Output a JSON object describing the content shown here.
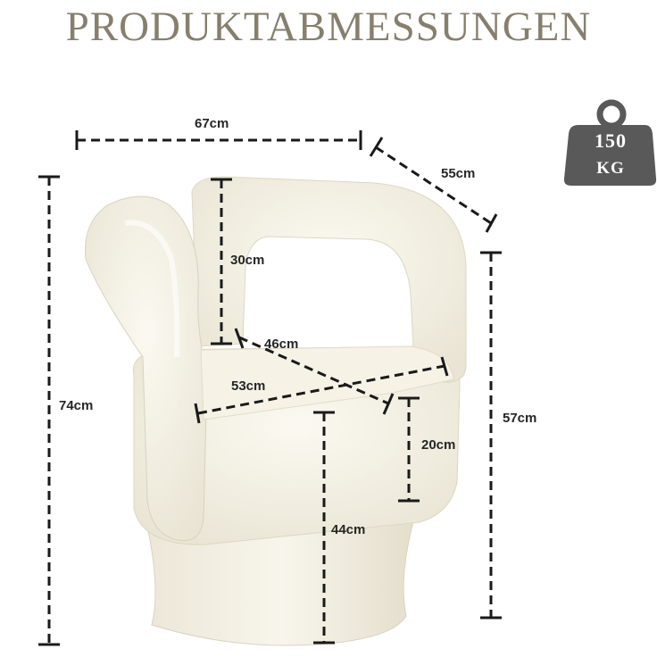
{
  "title": "PRODUKTABMESSUNGEN",
  "weight_badge": {
    "value": "150",
    "unit": "KG",
    "icon": "weight-icon",
    "color": "#595959"
  },
  "colors": {
    "title": "#877f6e",
    "chair": "#f7f3e7",
    "dimension_line": "#1a1a1a"
  },
  "dimensions": {
    "width": "67cm",
    "depth": "55cm",
    "height_total": "74cm",
    "backrest_height": "30cm",
    "seat_depth": "46cm",
    "seat_width": "53cm",
    "cushion_height": "20cm",
    "seat_height": "44cm",
    "armrest_height": "57cm"
  }
}
